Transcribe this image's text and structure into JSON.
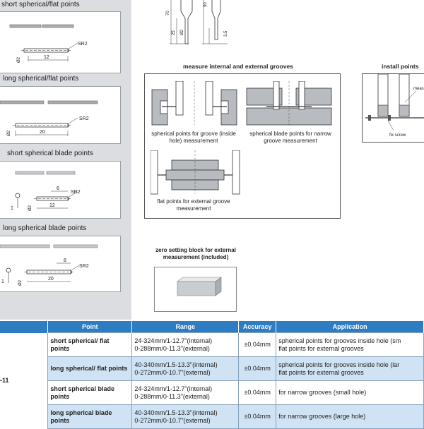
{
  "point_types": [
    {
      "title": "short spherical/flat points",
      "dim_length": "12",
      "dim_dia": "Ø2",
      "dim_radius": "SR2"
    },
    {
      "title": "long spherical/flat points",
      "dim_length": "20",
      "dim_dia": "Ø2",
      "dim_radius": "SR2"
    },
    {
      "title": "short spherical blade points",
      "dim_length": "12",
      "dim_small": "6",
      "dim_dia": "Ø2",
      "dim_radius": "SR2",
      "dim_tip": "1"
    },
    {
      "title": "long spherical blade points",
      "dim_length": "20",
      "dim_small": "8",
      "dim_dia": "Ø2",
      "dim_radius": "SR2",
      "dim_tip": "1"
    }
  ],
  "top_drawing": {
    "d1": "70",
    "d2": "25",
    "d3": "Ø2",
    "d4": "90",
    "d5": "3.5"
  },
  "grooves": {
    "title": "measure internal and external grooves",
    "cap1": "spherical points for groove (inside hole) measurement",
    "cap2": "spherical blade points for narrow groove measurement",
    "cap3": "flat points for external groove measurement"
  },
  "install": {
    "title": "install points",
    "callout": "meas",
    "screw": "fix screw"
  },
  "zero_block": {
    "title": "zero setting block for external measurement (included)"
  },
  "table": {
    "headers": [
      "Point",
      "Range",
      "Accuracy",
      "Application"
    ],
    "model": "-11",
    "rows": [
      {
        "point": "short spherical/ flat points",
        "range1": "24-324mm/1-12.7\"(internal)",
        "range2": "0-288mm/0-11.3\"(external)",
        "accuracy": "±0.04mm",
        "app1": "spherical points for grooves inside hole (sm",
        "app2": "flat points for external grooves"
      },
      {
        "point": "long spherical/ flat points",
        "range1": "40-340mm/1.5-13.3\"(internal)",
        "range2": "0-272mm/0-10.7\"(external)",
        "accuracy": "±0.04mm",
        "app1": "spherical points for grooves inside hole (lar",
        "app2": "flat points for external grooves"
      },
      {
        "point": "short spherical blade points",
        "range1": "24-324mm/1-12.7\"(internal)",
        "range2": "0-288mm/0-11.3\"(external)",
        "accuracy": "±0.04mm",
        "app1": "for narrow grooves (small hole)",
        "app2": ""
      },
      {
        "point": "long spherical blade points",
        "range1": "40-340mm/1.5-13.3\"(internal)",
        "range2": "0-272mm/0-10.7\"(external)",
        "accuracy": "±0.04mm",
        "app1": "for narrow grooves (large hole)",
        "app2": ""
      }
    ]
  },
  "colors": {
    "panel": "#dcdde0",
    "header": "#2e7dc3",
    "row_alt": "#cfe3f4"
  }
}
